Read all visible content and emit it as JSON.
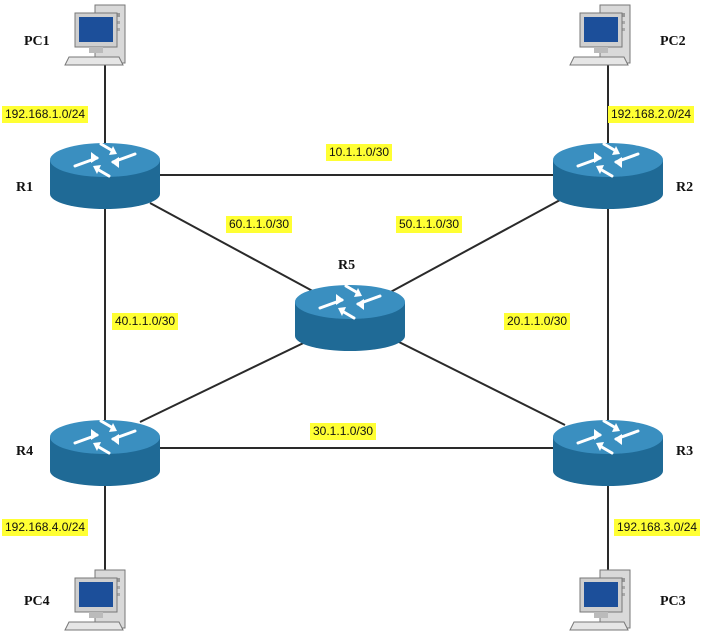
{
  "routers": {
    "r1": {
      "name": "R1"
    },
    "r2": {
      "name": "R2"
    },
    "r3": {
      "name": "R3"
    },
    "r4": {
      "name": "R4"
    },
    "r5": {
      "name": "R5"
    }
  },
  "pcs": {
    "pc1": {
      "name": "PC1"
    },
    "pc2": {
      "name": "PC2"
    },
    "pc3": {
      "name": "PC3"
    },
    "pc4": {
      "name": "PC4"
    }
  },
  "links": {
    "r1_r2": "10.1.1.0/30",
    "r2_r3": "20.1.1.0/30",
    "r4_r3": "30.1.1.0/30",
    "r1_r4": "40.1.1.0/30",
    "r2_r5": "50.1.1.0/30",
    "r1_r5": "60.1.1.0/30",
    "pc1_r1": "192.168.1.0/24",
    "pc2_r2": "192.168.2.0/24",
    "pc3_r3": "192.168.3.0/24",
    "pc4_r4": "192.168.4.0/24"
  },
  "colors": {
    "router_top": "#3a8fc0",
    "router_side": "#1f6a96",
    "label_bg": "#ffff33",
    "line": "#2a2a2a"
  }
}
